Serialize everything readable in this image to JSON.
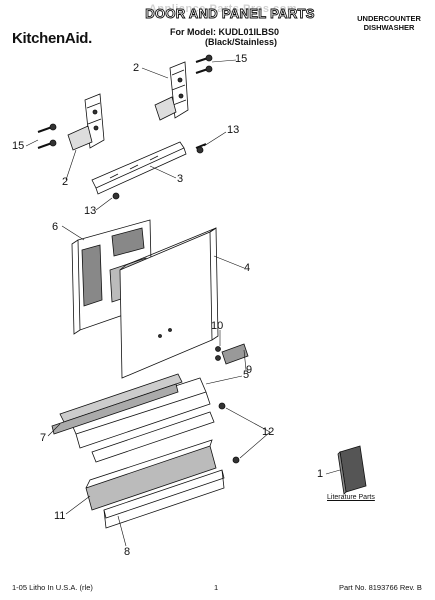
{
  "header": {
    "watermark": "Appliance Parts Pros.com",
    "brand": "KitchenAid.",
    "title": "DOOR AND PANEL PARTS",
    "model_line": "For Model: KUDL01ILBS0",
    "model_variant": "(Black/Stainless)",
    "category_line1": "UNDERCOUNTER",
    "category_line2": "DISHWASHER"
  },
  "callouts": [
    {
      "id": "c2a",
      "label": "2"
    },
    {
      "id": "c15a",
      "label": "15"
    },
    {
      "id": "c13a",
      "label": "13"
    },
    {
      "id": "c15b",
      "label": "15"
    },
    {
      "id": "c2b",
      "label": "2"
    },
    {
      "id": "c3",
      "label": "3"
    },
    {
      "id": "c13b",
      "label": "13"
    },
    {
      "id": "c6",
      "label": "6"
    },
    {
      "id": "c4",
      "label": "4"
    },
    {
      "id": "c10",
      "label": "10"
    },
    {
      "id": "c9",
      "label": "9"
    },
    {
      "id": "c5",
      "label": "5"
    },
    {
      "id": "c7",
      "label": "7"
    },
    {
      "id": "c12",
      "label": "12"
    },
    {
      "id": "c1",
      "label": "1"
    },
    {
      "id": "c11",
      "label": "11"
    },
    {
      "id": "c8",
      "label": "8"
    }
  ],
  "literature_label": "Literature Parts",
  "footer": {
    "left": "1-05 Litho In U.S.A. (rle)",
    "page": "1",
    "part_no": "Part No. 8193766 Rev. B"
  },
  "colors": {
    "ink": "#111111",
    "paper": "#ffffff",
    "shade": "#555555"
  }
}
